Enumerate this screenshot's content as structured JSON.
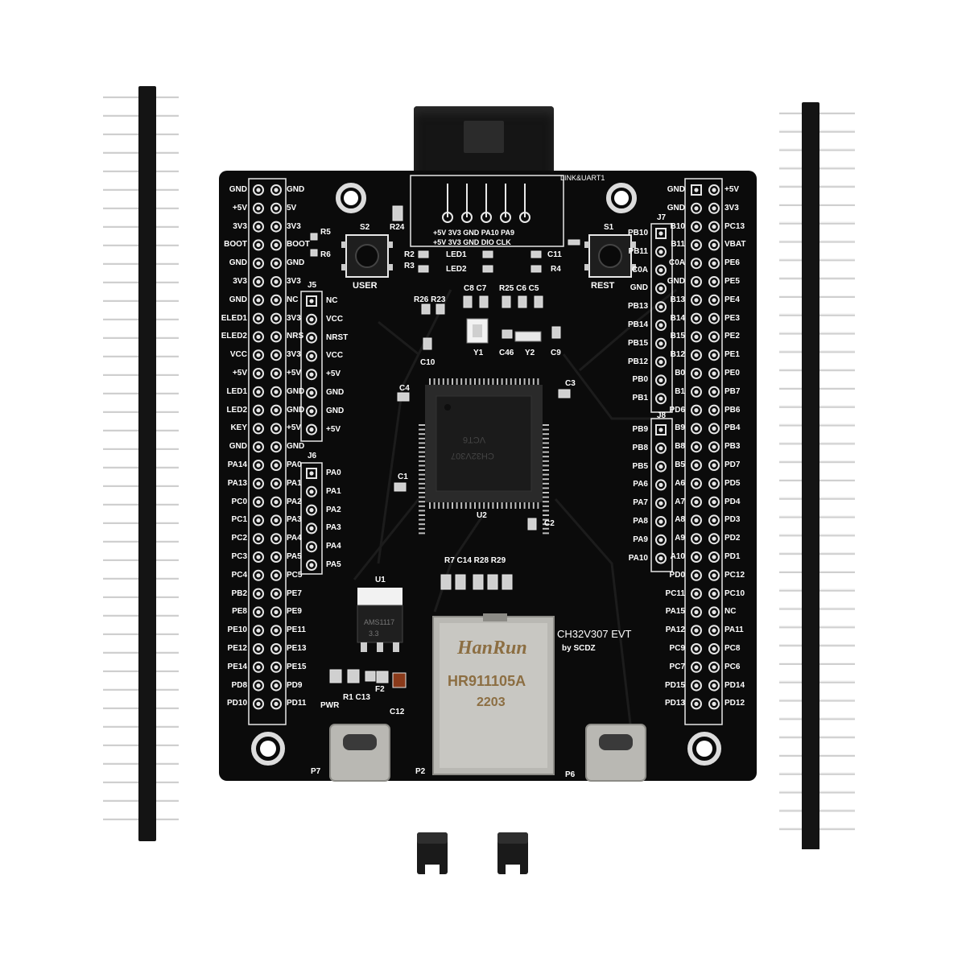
{
  "board": {
    "title": "CH32V307 EVT",
    "credit": "by SCDZ",
    "programmer_header": "LINK&UART1",
    "link_top_labels": "+5V 3V3 GND PA10 PA9",
    "link_bottom_labels": "+5V 3V3 GND DIO CLK",
    "mcu_marking": [
      "CH32V307",
      "VCT6"
    ],
    "ldo_marking": [
      "AMS1117",
      "3.3"
    ],
    "ethernet_brand": "HanRun",
    "ethernet_part": "HR911105A",
    "ethernet_date": "2203",
    "designators": {
      "s1": "S1",
      "s2": "S2",
      "user": "USER",
      "rest": "REST",
      "j5": "J5",
      "j6": "J6",
      "j7": "J7",
      "j8": "J8",
      "u1": "U1",
      "u2": "U2",
      "y1": "Y1",
      "y2": "Y2",
      "p2": "P2",
      "p6": "P6",
      "p7": "P7",
      "f2": "F2",
      "pwr": "PWR",
      "led1": "LED1",
      "led2": "LED2",
      "r5": "R5",
      "r6": "R6",
      "r24": "R24",
      "r2": "R2",
      "r3": "R3",
      "r4": "R4",
      "c8c7": "C8 C7",
      "r25c6c5": "R25 C6 C5",
      "r26r23": "R26 R23",
      "c46": "C46",
      "c9": "C9",
      "c10": "C10",
      "c4": "C4",
      "c3": "C3",
      "c1": "C1",
      "c2": "C2",
      "c11": "C11",
      "bottom_parts": "R7 C14 R28 R29",
      "r1c13": "R1 C13",
      "c12": "C12"
    },
    "left_outer_labels": [
      "GND",
      "+5V",
      "3V3",
      "BOOT",
      "GND",
      "3V3",
      "GND",
      "ELED1",
      "ELED2",
      "VCC",
      "+5V",
      "LED1",
      "LED2",
      "KEY",
      "GND",
      "PA14",
      "PA13",
      "PC0",
      "PC1",
      "PC2",
      "PC3",
      "PC4",
      "PB2",
      "PE8",
      "PE10",
      "PE12",
      "PE14",
      "PD8",
      "PD10"
    ],
    "left_inner_labels": [
      "GND",
      "5V",
      "3V3",
      "BOOT",
      "GND",
      "3V3",
      "NC",
      "3V3",
      "NRS",
      "3V3",
      "+5V",
      "GND",
      "GND",
      "+5V",
      "GND",
      "PA0",
      "PA1",
      "PA2",
      "PA3",
      "PA4",
      "PA5",
      "PC5",
      "PE7",
      "PE9",
      "PE11",
      "PE13",
      "PE15",
      "PD9",
      "PD11"
    ],
    "j5_labels": [
      "NC",
      "VCC",
      "NRST",
      "VCC",
      "+5V",
      "GND",
      "GND",
      "+5V"
    ],
    "j6_labels": [
      "PA0",
      "PA1",
      "PA2",
      "PA3",
      "PA4",
      "PA5"
    ],
    "right_outer_labels": [
      "+5V",
      "3V3",
      "PC13",
      "VBAT",
      "PE6",
      "PE5",
      "PE4",
      "PE3",
      "PE2",
      "PE1",
      "PE0",
      "PB7",
      "PB6",
      "PB4",
      "PB3",
      "PD7",
      "PD5",
      "PD4",
      "PD3",
      "PD2",
      "PD1",
      "PC12",
      "PC10",
      "NC",
      "PA11",
      "PC8",
      "PC6",
      "PD14",
      "PD12"
    ],
    "right_inner_labels": [
      "GND",
      "GND",
      "B10",
      "B11",
      "C0A",
      "GND",
      "B13",
      "B14",
      "B15",
      "B12",
      "B0",
      "B1",
      "PD6",
      "B9",
      "B8",
      "B5",
      "A6",
      "A7",
      "A8",
      "A9",
      "A10",
      "PD0",
      "PC11",
      "PA15",
      "PA12",
      "PC9",
      "PC7",
      "PD15",
      "PD13"
    ],
    "j7_labels": [
      "PB10",
      "PB11",
      "C0A",
      "GND",
      "PB13",
      "PB14",
      "PB15",
      "PB12",
      "PB0",
      "PB1"
    ],
    "j8_labels": [
      "PB9",
      "PB8",
      "PB5",
      "PA6",
      "PA7",
      "PA8",
      "PA9",
      "PA10"
    ]
  },
  "colors": {
    "background": "#ffffff",
    "pcb": "#0b0b0b",
    "silkscreen": "#f0f0f0",
    "pin_gold": "#d9d9d9",
    "header_plastic": "#1a1a1a",
    "metal": "#b8b8b4"
  }
}
